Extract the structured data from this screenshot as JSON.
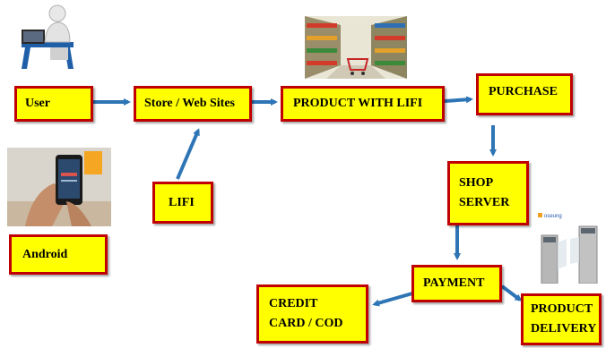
{
  "nodes": {
    "user": "User",
    "store": "Store / Web Sites",
    "product": "PRODUCT WITH LIFI",
    "purchase": "PURCHASE",
    "lifi": "LIFI",
    "shop_server": "SHOP\nSERVER",
    "android": "Android",
    "payment": "PAYMENT",
    "credit": "CREDIT\nCARD / COD",
    "delivery": "PRODUCT\nDELIVERY"
  },
  "images": {
    "computer_user": "computer-user-icon",
    "supermarket": "supermarket-aisle-photo",
    "smartphone": "smartphone-in-hand-photo",
    "turnstile": "turnstile-gate-photo",
    "logo": "turnstile-brand-logo"
  },
  "colors": {
    "box_fill": "#ffff00",
    "box_border": "#c00000",
    "arrow": "#2e75b6"
  }
}
